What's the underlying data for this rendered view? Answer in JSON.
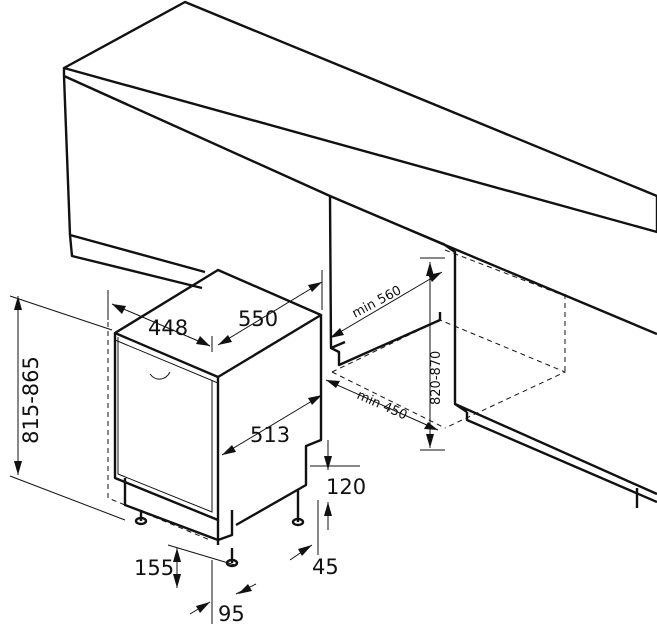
{
  "labels": {
    "width": "448",
    "depth": "550",
    "depth_inner": "513",
    "height_range": "815-865",
    "plinth": "120",
    "foot_adjust": "45",
    "foot_offset": "155",
    "foot_gap": "95",
    "niche_width": "min 560",
    "niche_height": "820-870",
    "niche_depth": "min 450"
  },
  "colors": {
    "line": "#111111",
    "background": "#ffffff"
  }
}
